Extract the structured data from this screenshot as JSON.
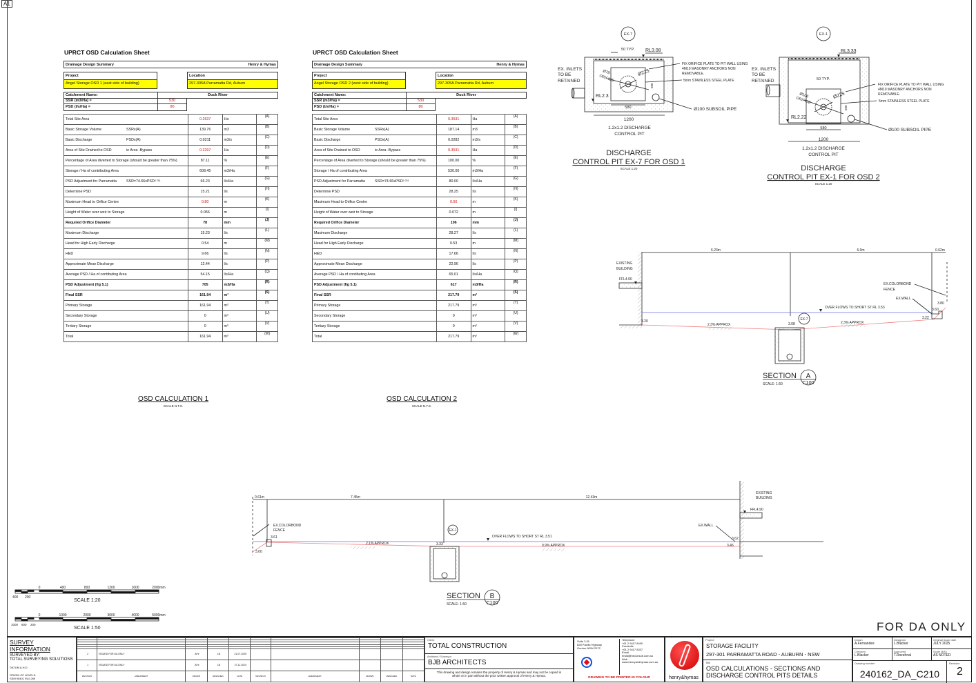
{
  "sheet": {
    "size_label": "A1",
    "for_da": "FOR DA ONLY"
  },
  "calc_sheets": [
    {
      "title": "UPRCT OSD Calculation Sheet",
      "summary": "Drainage Design Summary",
      "company": "Henry & Hymas",
      "project_label": "Project",
      "project": "Angel Storage OSD 1 (east side of building)",
      "location_label": "Location",
      "location": "297-305A Parramatta Rd, Auburn",
      "catchment_label": "Catchment Name:",
      "catchment": "Duck River",
      "ssr_label": "SSR (m3/Ha) =",
      "ssr": "530",
      "psd_label": "PSD (l/s/Ha) =",
      "psd": "80",
      "caption": "OSD CALCULATION 1",
      "caption_scale": "SCALE N.T.S.",
      "rows": [
        {
          "label": "Total Site Area",
          "formula": "",
          "value": "0.2637",
          "unit": "Ha",
          "ref": "(A)",
          "red": true
        },
        {
          "label": "Basic Storage Volume",
          "formula": "SSRx(A)",
          "value": "139.76",
          "unit": "m3",
          "ref": "(B)"
        },
        {
          "label": "Basic Discharge",
          "formula": "PSDx(A)",
          "value": "0.0211",
          "unit": "m3/s",
          "ref": "(C)"
        },
        {
          "label": "Area of Site Drained to OSD",
          "formula": "ie Area -Bypass",
          "value": "0.2297",
          "unit": "Ha",
          "ref": "(D)",
          "red": true
        },
        {
          "label": "Percentage of Area diverted to Storage (should be greater than 75%)",
          "formula": "",
          "value": "87.11",
          "unit": "%",
          "ref": "(E)"
        },
        {
          "label": "Storage / Ha of contributing Area",
          "formula": "",
          "value": "608.45",
          "unit": "m3/Ha",
          "ref": "(F)"
        },
        {
          "label": "PSD Adjustment for Parramatta",
          "formula": "SSR=74.66xPSD",
          "formula_sup": "0.751",
          "value": "66.23",
          "unit": "l/s/Ha",
          "ref": "(G)"
        },
        {
          "label": "Determine PSD",
          "formula": "",
          "value": "15.21",
          "unit": "l/s",
          "ref": "(H)"
        },
        {
          "label": "Maximum Head to Orifice Centre",
          "formula": "",
          "value": "0.80",
          "unit": "m",
          "ref": "(K)",
          "red": true
        },
        {
          "label": "Height of Water over weir to Storage",
          "formula": "",
          "value": "0.056",
          "unit": "m",
          "ref": "(I)"
        },
        {
          "label": "Required Orifice Diameter",
          "formula": "",
          "value": "78",
          "unit": "mm",
          "ref": "(J)",
          "bold": true
        },
        {
          "label": "Maximum Discharge",
          "formula": "",
          "value": "15.23",
          "unit": "l/s",
          "ref": "(L)"
        },
        {
          "label": "Head for High Early Discharge",
          "formula": "",
          "value": "0.54",
          "unit": "m",
          "ref": "(M)"
        },
        {
          "label": "HED",
          "formula": "",
          "value": "9.66",
          "unit": "l/s",
          "ref": "(N)"
        },
        {
          "label": "Approximate Mean Discharge",
          "formula": "",
          "value": "12.44",
          "unit": "l/s",
          "ref": "(P)"
        },
        {
          "label": "Average PSD / Ha of contibuting Area",
          "formula": "",
          "value": "54.15",
          "unit": "l/s/Ha",
          "ref": "(Q)"
        },
        {
          "label": "PSD Adjustment (fig 5.1)",
          "formula": "",
          "value": "705",
          "unit": "m3/Ha",
          "ref": "(R)",
          "bold": true
        },
        {
          "label": "Final SSR",
          "formula": "",
          "value": "161.94",
          "unit": "m³",
          "ref": "(S)",
          "bold": true
        },
        {
          "label": "Primary Storage",
          "formula": "",
          "value": "161.94",
          "unit": "m³",
          "ref": "(T)"
        },
        {
          "label": "Secondary Storage",
          "formula": "",
          "value": "0",
          "unit": "m³",
          "ref": "(U)"
        },
        {
          "label": "Tertiary Storage",
          "formula": "",
          "value": "0",
          "unit": "m³",
          "ref": "(V)"
        },
        {
          "label": "Total",
          "formula": "",
          "value": "161.94",
          "unit": "m³",
          "ref": "(W)"
        }
      ]
    },
    {
      "title": "UPRCT OSD Calculation Sheet",
      "summary": "Drainage Design Summary",
      "company": "Henry & Hymas",
      "project_label": "Project",
      "project": "Angel Storage OSD 2 (west side of building)",
      "location_label": "Location",
      "location": "297-305A Parramatta Rd, Auburn",
      "catchment_label": "Catchment Name:",
      "catchment": "Duck River",
      "ssr_label": "SSR (m3/Ha) =",
      "ssr": "530",
      "psd_label": "PSD (l/s/Ha) =",
      "psd": "80",
      "caption": "OSD CALCULATION 2",
      "caption_scale": "SCALE N.T.S.",
      "rows": [
        {
          "label": "Total Site Area",
          "formula": "",
          "value": "0.3531",
          "unit": "Ha",
          "ref": "(A)",
          "red": true
        },
        {
          "label": "Basic Storage Volume",
          "formula": "SSRx(A)",
          "value": "187.14",
          "unit": "m3",
          "ref": "(B)"
        },
        {
          "label": "Basic Discharge",
          "formula": "PSDx(A)",
          "value": "0.0282",
          "unit": "m3/s",
          "ref": "(C)"
        },
        {
          "label": "Area of Site Drained to OSD",
          "formula": "ie Area -Bypass",
          "value": "0.3531",
          "unit": "Ha",
          "ref": "(D)",
          "red": true
        },
        {
          "label": "Percentage of Area diverted to Storage (should be greater than 75%)",
          "formula": "",
          "value": "100.00",
          "unit": "%",
          "ref": "(E)"
        },
        {
          "label": "Storage / Ha of contributing Area",
          "formula": "",
          "value": "530.00",
          "unit": "m3/Ha",
          "ref": "(F)"
        },
        {
          "label": "PSD Adjustment for Parramatta",
          "formula": "SSR=74.66xPSD",
          "formula_sup": "0.751",
          "value": "80.00",
          "unit": "l/s/Ha",
          "ref": "(G)"
        },
        {
          "label": "Determine PSD",
          "formula": "",
          "value": "28.25",
          "unit": "l/s",
          "ref": "(H)"
        },
        {
          "label": "Maximum Head to Orifice Centre",
          "formula": "",
          "value": "0.60",
          "unit": "m",
          "ref": "(K)",
          "red": true
        },
        {
          "label": "Height of Water over weir to Storage",
          "formula": "",
          "value": "0.072",
          "unit": "m",
          "ref": "(I)"
        },
        {
          "label": "Required Orifice Diameter",
          "formula": "",
          "value": "106",
          "unit": "mm",
          "ref": "(J)",
          "bold": true
        },
        {
          "label": "Maximum Discharge",
          "formula": "",
          "value": "28.27",
          "unit": "l/s",
          "ref": "(L)"
        },
        {
          "label": "Head for High Early Discharge",
          "formula": "",
          "value": "0.53",
          "unit": "m",
          "ref": "(M)"
        },
        {
          "label": "HED",
          "formula": "",
          "value": "17.66",
          "unit": "l/s",
          "ref": "(N)"
        },
        {
          "label": "Approximate Mean Discharge",
          "formula": "",
          "value": "22.96",
          "unit": "l/s",
          "ref": "(P)"
        },
        {
          "label": "Average PSD / Ha of contibuting Area",
          "formula": "",
          "value": "65.01",
          "unit": "l/s/Ha",
          "ref": "(Q)"
        },
        {
          "label": "PSD Adjustment (fig 5.1)",
          "formula": "",
          "value": "617",
          "unit": "m3/Ha",
          "ref": "(R)",
          "bold": true
        },
        {
          "label": "Final SSR",
          "formula": "",
          "value": "217.79",
          "unit": "m³",
          "ref": "(S)",
          "bold": true
        },
        {
          "label": "Primary Storage",
          "formula": "",
          "value": "217.79",
          "unit": "m³",
          "ref": "(T)"
        },
        {
          "label": "Secondary Storage",
          "formula": "",
          "value": "0",
          "unit": "m³",
          "ref": "(U)"
        },
        {
          "label": "Tertiary Storage",
          "formula": "",
          "value": "0",
          "unit": "m³",
          "ref": "(V)"
        },
        {
          "label": "Total",
          "formula": "",
          "value": "217.79",
          "unit": "m³",
          "ref": "(W)"
        }
      ]
    }
  ],
  "pit1": {
    "tag": "EX-7",
    "typ": "50 TYP.",
    "rl_top": "RL3.08",
    "rl_bottom": "RL2.3",
    "inlets": [
      "EX. INLETS",
      "TO BE",
      "RETAINED"
    ],
    "orifice": "Ø78",
    "orifice2": "ORIFICE",
    "dia": "Ø225",
    "plate_h": "580",
    "plate_w": "580",
    "width": "1200",
    "note1": [
      "FIX ORIFICE PLATE TO PIT WALL USING",
      "4M10 MASONRY ANCHORS NON",
      "REMOVABLE."
    ],
    "note2": "5mm STAINLESS STEEL PLATE",
    "subsoil": "Ø100 SUBSOIL PIPE",
    "pit_desc": [
      "1.2x1.2 DISCHARGE",
      "CONTROL PIT"
    ],
    "title1": "DISCHARGE",
    "title2": "CONTROL PIT EX-7 FOR OSD 1",
    "scale": "SCALE 1:20"
  },
  "pit2": {
    "tag": "EX-1",
    "typ": "50 TYP.",
    "rl_top": "RL3.33",
    "rl_bottom": "RL2.22",
    "inlets": [
      "EX. INLETS",
      "TO BE",
      "RETAINED"
    ],
    "orifice": "Ø106",
    "orifice2": "ORIFICE",
    "dia": "Ø225",
    "plate_h": "580",
    "plate_w": "580",
    "width": "1200",
    "note1": [
      "FIX ORIFICE PLATE TO PIT WALL USING",
      "4M10 MASONRY ANCHORS NON",
      "REMOVABLE."
    ],
    "note2": "5mm STAINLESS STEEL PLATE",
    "subsoil": "Ø100 SUBSOIL PIPE",
    "pit_desc": [
      "1.2x1.2 DISCHARGE",
      "CONTROL PIT"
    ],
    "title1": "DISCHARGE",
    "title2": "CONTROL PIT EX-1 FOR OSD 2",
    "scale": "SCALE 1:20"
  },
  "sectionA": {
    "dims": [
      "6.23m",
      "6.0m",
      "0.62m"
    ],
    "building": [
      "EXISTING",
      "BUILDING"
    ],
    "ffl": "FFL4.90",
    "levels": [
      "3.20",
      "3.08",
      "3.22",
      "3.60",
      "3.80"
    ],
    "grades": [
      "2.3% APPROX",
      "2.3% APPROX"
    ],
    "overflow": "OVER FLOWS TO SHORT ST RL 3.53",
    "fence": [
      "EX.COLORBOND",
      "FENCE"
    ],
    "wall": "EX.WALL",
    "pit": "EX-7",
    "title": "SECTION",
    "letter": "A",
    "ref": "C100",
    "scale": "SCALE: 1:50"
  },
  "sectionB": {
    "dims": [
      "0.61m",
      "7.45m",
      "12.43m"
    ],
    "building": [
      "EXISTING",
      "BUILDING"
    ],
    "ffl": "FFL4.90",
    "levels": [
      "3.61",
      "3.00",
      "3.33",
      "3.62",
      "3.46"
    ],
    "grades": [
      "2.1% APPROX",
      "0.9% APPROX"
    ],
    "overflow": "OVER FLOWS TO SHORT ST RL 3.51",
    "fence": [
      "EX.COLORBOND",
      "FENCE"
    ],
    "wall": "EX.WALL",
    "pit": "EX-1",
    "title": "SECTION",
    "letter": "B",
    "ref": "C100",
    "scale": "SCALE: 1:50"
  },
  "scales": [
    {
      "label": "SCALE 1:20",
      "ticks": [
        "0",
        "400",
        "800",
        "1200",
        "1600",
        "2000mm"
      ],
      "neg": [
        "400",
        "200"
      ]
    },
    {
      "label": "SCALE 1:50",
      "ticks": [
        "0",
        "1000",
        "2000",
        "3000",
        "4000",
        "5000mm"
      ],
      "neg": [
        "1000",
        "600",
        "200"
      ]
    }
  ],
  "title_block": {
    "survey": {
      "heading": "SURVEY INFORMATION",
      "by": "SURVEYED BY:",
      "surveyor": "TOTAL SURVEYING SOLUTIONS",
      "datum": "DATUM A.H.D.",
      "origin": "ORIGIN OF LEVELS:",
      "origin_val": "SSM 95401 RL0.269"
    },
    "revisions": [
      {
        "rev": "2",
        "amend": "ISSUED FOR DA ONLY",
        "drawn": "AFe",
        "designed": "LB",
        "date": "21.07.2025"
      },
      {
        "rev": "1",
        "amend": "ISSUED FOR DA ONLY",
        "drawn": "AFe",
        "designed": "LB",
        "date": "27.11.2024"
      }
    ],
    "rev_headers": [
      "REVISION",
      "AMENDMENT",
      "DRAWN",
      "DESIGNED",
      "DATE"
    ],
    "client_label": "Client",
    "client": "TOTAL CONSTRUCTION",
    "architect_label": "Architect / Surveyor",
    "architect": "BJB ARCHITECTS",
    "copyright": "This drawing and design remains the property of Henry & Hymas and may not be copied in whole or in part without the prior written approval of Henry & Hymas.",
    "address": [
      "Suite 2.01",
      "828 Pacific Highway",
      "Gordon NSW 2072"
    ],
    "contact": [
      [
        "Telephone",
        "+61 2 9417 8400"
      ],
      [
        "Facsimile",
        "+61 2 9417 8337"
      ],
      [
        "Email",
        "email@hhconsult.com.au"
      ],
      [
        "Web",
        "www.henryandhymas.com.au"
      ]
    ],
    "print_note": "DRAWING TO BE PRINTED IN COLOUR",
    "brand": "henry&hymas",
    "project_label": "Project",
    "project": "STORAGE FACILITY",
    "project_addr": "297-301 PARRAMATTA ROAD - AUBURN - NSW",
    "title_label": "Title",
    "title": [
      "OSD CALCULATIONS - SECTIONS AND",
      "DISCHARGE CONTROL PITS DETAILS"
    ],
    "drawn_label": "Drawn",
    "drawn": "A.Fernandes",
    "designed_label": "Designed",
    "designed": "L.Blacker",
    "issue_label": "Original issue date",
    "issue": "JULY 2025",
    "checked_label": "Checked",
    "checked": "L.Blacker",
    "approved_label": "Approved",
    "approved": "T.Rozehnal",
    "scale_label": "Scale @A1",
    "scale": "AS NOTED",
    "dwg_label": "Drawing number",
    "dwg": "240162_DA_C210",
    "revision_label": "Revision",
    "revision": "2"
  },
  "colors": {
    "highlight": "#ffff00",
    "red": "#d01010",
    "water": "#6070e0",
    "surface": "#f08080",
    "logo": "#e01010"
  }
}
